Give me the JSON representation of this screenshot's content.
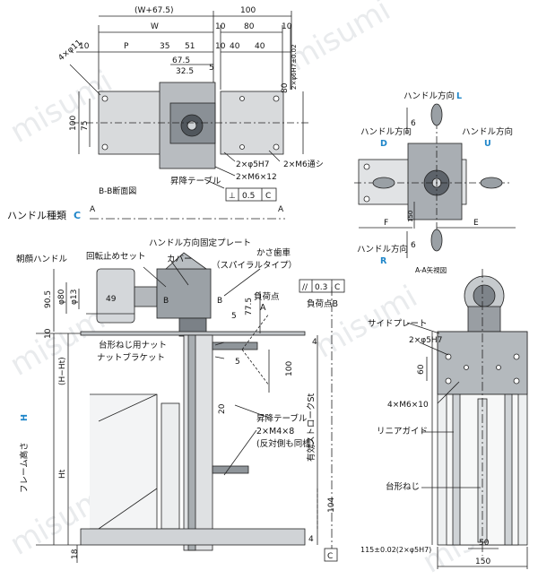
{
  "watermark": "misumi",
  "top_view": {
    "dims": [
      "(W+67.5)",
      "100",
      "W",
      "10",
      "80",
      "10",
      "10",
      "P",
      "35",
      "51",
      "10",
      "40",
      "40",
      "67.5",
      "32.5",
      "5",
      "100",
      "75",
      "80",
      "2×φ6H7±0.02"
    ],
    "hole_label": "4×φ11",
    "section_title": "B-B断面図",
    "callouts": [
      "2×φ5H7",
      "2×M6通シ",
      "2×M6×12",
      "昇降テーブル"
    ],
    "tolerance": [
      "⊥",
      "0.5",
      "C"
    ]
  },
  "handle_type": {
    "label": "ハンドル種類",
    "code": "C",
    "mark_left": "A",
    "mark_right": "A"
  },
  "handle_view": {
    "labels": [
      {
        "text": "ハンドル方向",
        "code": "L"
      },
      {
        "text": "ハンドル方向",
        "code": "D"
      },
      {
        "text": "ハンドル方向",
        "code": "U"
      },
      {
        "text": "ハンドル方向",
        "code": "R"
      }
    ],
    "dims": [
      "6",
      "F",
      "E",
      "150",
      "6"
    ],
    "view_title": "A-A矢視図"
  },
  "front_view": {
    "labels": [
      "ハンドル方向固定プレート",
      "かさ歯車",
      "（スパイラルタイプ）",
      "朝顔ハンドル",
      "回転止めセット",
      "カバー",
      "負荷点",
      "A",
      "負荷点B",
      "台形ねじ用ナット",
      "ナットブラケット",
      "昇降テーブル",
      "2×M4×8",
      "(反対側も同様)",
      "有効ストロークSt",
      "フレーム高さ",
      "H"
    ],
    "dims": [
      "90.5",
      "φ80",
      "φ13",
      "49",
      "10",
      "77.5",
      "5",
      "4",
      "(H−Ht)",
      "5",
      "100",
      "20",
      "Ht",
      "104",
      "4",
      "18"
    ],
    "tolerance": [
      "//",
      "0.3",
      "C"
    ],
    "marks": [
      "B",
      "B",
      "C"
    ]
  },
  "side_view": {
    "labels": [
      "サイドプレート",
      "2×φ5H7",
      "4×M6×10",
      "リニアガイド",
      "台形ねじ"
    ],
    "dims": [
      "60",
      "50",
      "150",
      "115±0.02(2×φ5H7)"
    ]
  }
}
